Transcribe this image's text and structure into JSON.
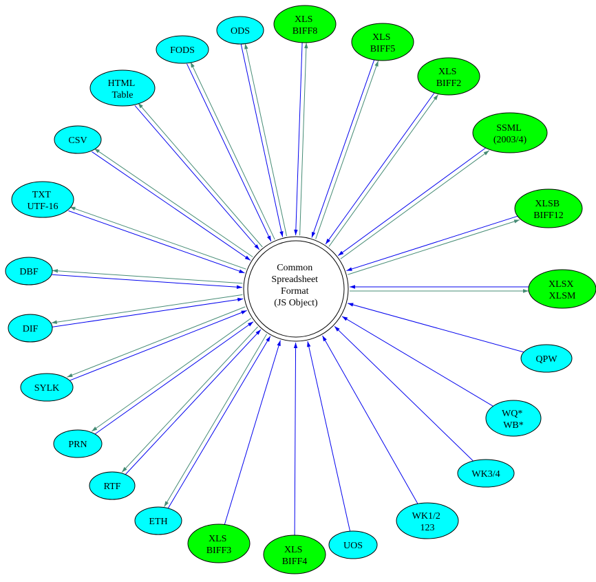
{
  "diagram": {
    "center": {
      "id": "csf",
      "lines": [
        "Common",
        "Spreadsheet",
        "Format",
        "(JS Object)"
      ]
    },
    "colors": {
      "read_edge": "#0000ee",
      "write_edge": "#458b74",
      "basic_format_fill": "#00ffff",
      "featured_format_fill": "#00ff00",
      "center_fill": "#ffffff",
      "node_stroke": "#000000"
    },
    "nodes": [
      {
        "id": "ods",
        "lines": [
          "ODS"
        ],
        "category": "basic",
        "support": "rw"
      },
      {
        "id": "xls-biff8",
        "lines": [
          "XLS",
          "BIFF8"
        ],
        "category": "featured",
        "support": "rw"
      },
      {
        "id": "xls-biff5",
        "lines": [
          "XLS",
          "BIFF5"
        ],
        "category": "featured",
        "support": "rw"
      },
      {
        "id": "xls-biff2",
        "lines": [
          "XLS",
          "BIFF2"
        ],
        "category": "featured",
        "support": "rw"
      },
      {
        "id": "ssml",
        "lines": [
          "SSML",
          "(2003/4)"
        ],
        "category": "featured",
        "support": "rw"
      },
      {
        "id": "xlsb",
        "lines": [
          "XLSB",
          "BIFF12"
        ],
        "category": "featured",
        "support": "rw"
      },
      {
        "id": "xlsx",
        "lines": [
          "XLSX",
          "XLSM"
        ],
        "category": "featured",
        "support": "rw"
      },
      {
        "id": "qpw",
        "lines": [
          "QPW"
        ],
        "category": "basic",
        "support": "r"
      },
      {
        "id": "wq-wb",
        "lines": [
          "WQ*",
          "WB*"
        ],
        "category": "basic",
        "support": "r"
      },
      {
        "id": "wk34",
        "lines": [
          "WK3/4"
        ],
        "category": "basic",
        "support": "r"
      },
      {
        "id": "wk12-123",
        "lines": [
          "WK1/2",
          "123"
        ],
        "category": "basic",
        "support": "r"
      },
      {
        "id": "uos",
        "lines": [
          "UOS"
        ],
        "category": "basic",
        "support": "r"
      },
      {
        "id": "xls-biff4",
        "lines": [
          "XLS",
          "BIFF4"
        ],
        "category": "featured",
        "support": "r"
      },
      {
        "id": "xls-biff3",
        "lines": [
          "XLS",
          "BIFF3"
        ],
        "category": "featured",
        "support": "r"
      },
      {
        "id": "eth",
        "lines": [
          "ETH"
        ],
        "category": "basic",
        "support": "rw"
      },
      {
        "id": "rtf",
        "lines": [
          "RTF"
        ],
        "category": "basic",
        "support": "rw"
      },
      {
        "id": "prn",
        "lines": [
          "PRN"
        ],
        "category": "basic",
        "support": "rw"
      },
      {
        "id": "sylk",
        "lines": [
          "SYLK"
        ],
        "category": "basic",
        "support": "rw"
      },
      {
        "id": "dif",
        "lines": [
          "DIF"
        ],
        "category": "basic",
        "support": "rw"
      },
      {
        "id": "dbf",
        "lines": [
          "DBF"
        ],
        "category": "basic",
        "support": "rw"
      },
      {
        "id": "txt-utf16",
        "lines": [
          "TXT",
          "UTF-16"
        ],
        "category": "basic",
        "support": "rw"
      },
      {
        "id": "csv",
        "lines": [
          "CSV"
        ],
        "category": "basic",
        "support": "rw"
      },
      {
        "id": "html-table",
        "lines": [
          "HTML",
          "Table"
        ],
        "category": "basic",
        "support": "rw"
      },
      {
        "id": "fods",
        "lines": [
          "FODS"
        ],
        "category": "basic",
        "support": "rw"
      }
    ]
  }
}
